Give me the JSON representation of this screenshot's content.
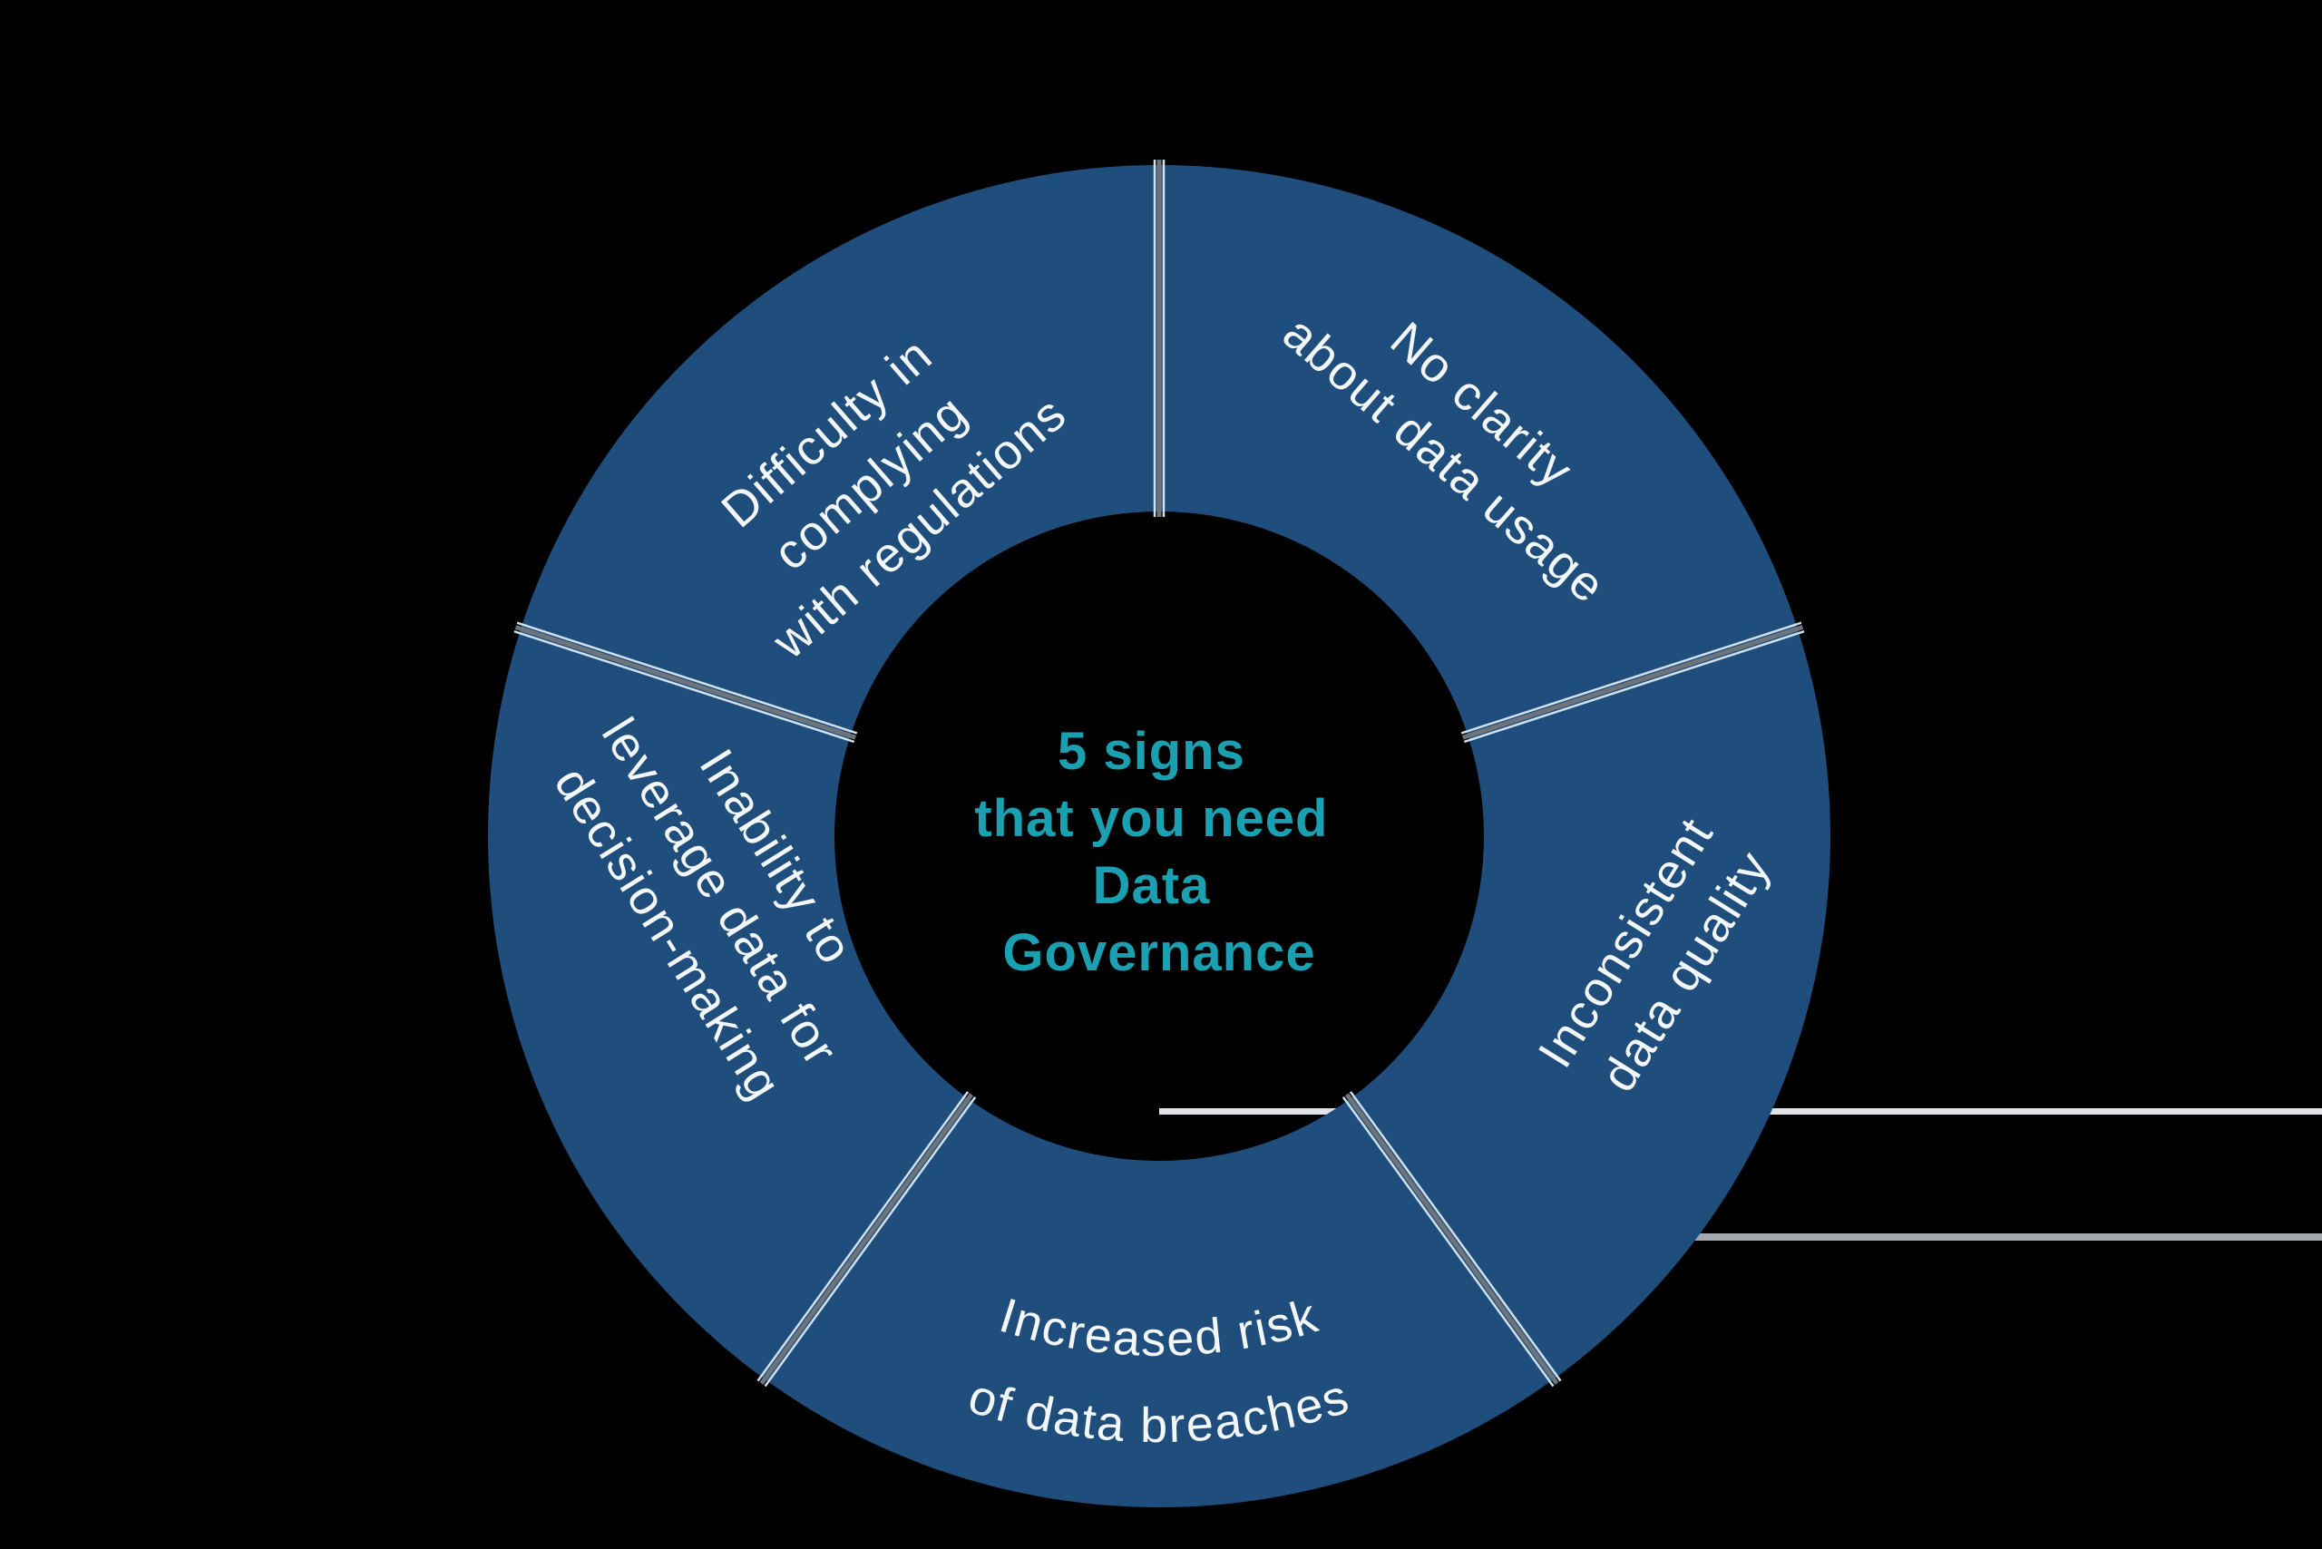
{
  "title": {
    "lines": [
      "5 signs",
      "that you need",
      "Data",
      "Governance"
    ]
  },
  "donut": {
    "segments": [
      {
        "id": "no-clarity-about-data-usage",
        "label": "No clarity about data usage",
        "lines": [
          "No clarity",
          "about data usage"
        ]
      },
      {
        "id": "difficulty-in-complying-with-regulations",
        "label": "Difficulty in complying with regulations",
        "lines": [
          "Difficulty in",
          "complying",
          "with regulations"
        ]
      },
      {
        "id": "inability-to-leverage-data-for-decision-making",
        "label": "Inability to leverage data for decision-making",
        "lines": [
          "Inability to",
          "leverage data for",
          "decision-making"
        ]
      },
      {
        "id": "increased-risk-of-data-breaches",
        "label": "Increased risk of data breaches",
        "lines": [
          "Increased risk",
          "of data breaches"
        ]
      },
      {
        "id": "inconsistent-data-quality",
        "label": "Inconsistent data quality",
        "lines": [
          "Inconsistent",
          "data quality"
        ]
      }
    ]
  },
  "colors": {
    "background": "#000000",
    "segment_blue": "#1f4e7c",
    "title_teal": "#1aa0b0",
    "label_white": "#f4f7fa",
    "divider_gray": "#6f747a",
    "divider_edge": "#cfe0ef",
    "line_light": "#e1e3e9",
    "line_gray": "#a3a8af"
  },
  "chart_data": {
    "type": "donut",
    "title": "5 signs that you need Data Governance",
    "labels": [
      "No clarity about data usage",
      "Inconsistent data quality",
      "Increased risk of data breaches",
      "Inability to leverage data for decision-making",
      "Difficulty in complying with regulations"
    ],
    "values": [
      20,
      20,
      20,
      20,
      20
    ],
    "legend": "none",
    "notes": "five equal 72-degree ring segments, center hole with title text"
  }
}
